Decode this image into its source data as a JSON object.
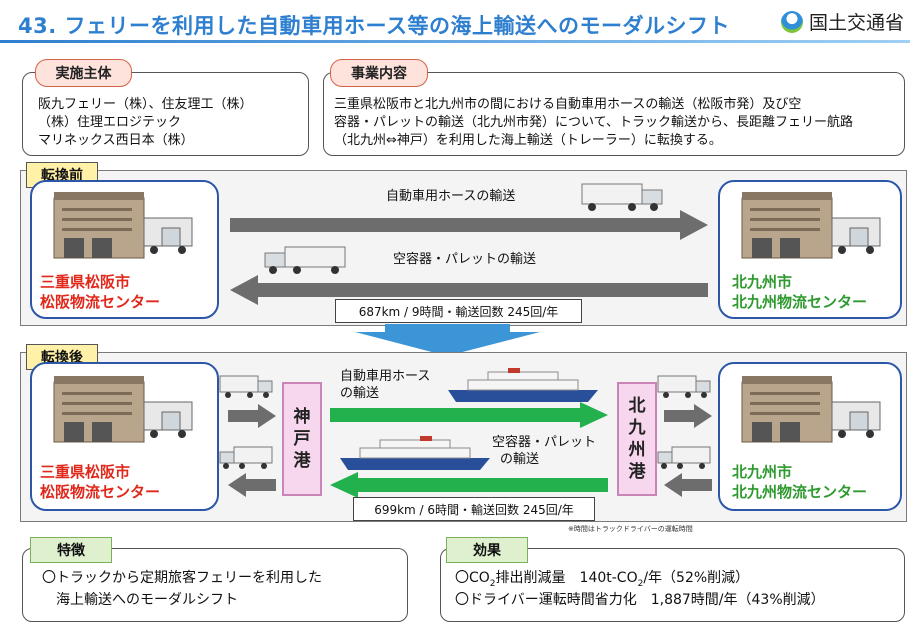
{
  "header": {
    "title": "43. フェリーを利用した自動車用ホース等の海上輸送へのモーダルシフト",
    "ministry": "国土交通省"
  },
  "implementer": {
    "label": "実施主体",
    "lines": [
      "阪九フェリー（株）、住友理工（株）",
      "（株）住理エロジテック",
      "マリネックス西日本（株）"
    ]
  },
  "business": {
    "label": "事業内容",
    "lines": [
      "三重県松阪市と北九州市の間における自動車用ホースの輸送（松阪市発）及び空",
      "容器・パレットの輸送（北九州市発）について、トラック輸送から、長距離フェリー航路",
      "（北九州⇔神戸）を利用した海上輸送（トレーラー）に転換する。"
    ]
  },
  "before": {
    "label": "転換前",
    "left_depot": [
      "三重県松阪市",
      "松阪物流センター"
    ],
    "right_depot": [
      "北九州市",
      "北九州物流センター"
    ],
    "route_top": "自動車用ホースの輸送",
    "route_bottom": "空容器・パレットの輸送",
    "stats": "687km / 9時間・輸送回数 245回/年"
  },
  "after": {
    "label": "転換後",
    "left_depot": [
      "三重県松阪市",
      "松阪物流センター"
    ],
    "right_depot": [
      "北九州市",
      "北九州物流センター"
    ],
    "port_left": [
      "神",
      "戸",
      "港"
    ],
    "port_right": [
      "北",
      "九",
      "州",
      "港"
    ],
    "route_top": [
      "自動車用ホース",
      "の輸送"
    ],
    "route_bottom": [
      "空容器・パレット",
      "の輸送"
    ],
    "stats": "699km / 6時間・輸送回数  245回/年",
    "note": "※時間はトラックドライバーの運転時間"
  },
  "features": {
    "label": "特徴",
    "lines": [
      "〇トラックから定期旅客フェリーを利用した",
      "海上輸送へのモーダルシフト"
    ]
  },
  "effects": {
    "label": "効果",
    "line1_prefix": "〇CO",
    "line1_sub": "2",
    "line1_mid": "排出削減量　140t-CO",
    "line1_sub2": "2",
    "line1_suffix": "/年（52%削減）",
    "line2": "〇ドライバー運転時間省力化　1,887時間/年（43%削減）"
  },
  "colors": {
    "title_blue": "#2e7fcf",
    "depot_border": "#2c57a8",
    "red_text": "#e0281b",
    "green_text": "#2f9a30",
    "arrow_gray": "#6d6d6d",
    "arrow_green": "#22b14c"
  }
}
